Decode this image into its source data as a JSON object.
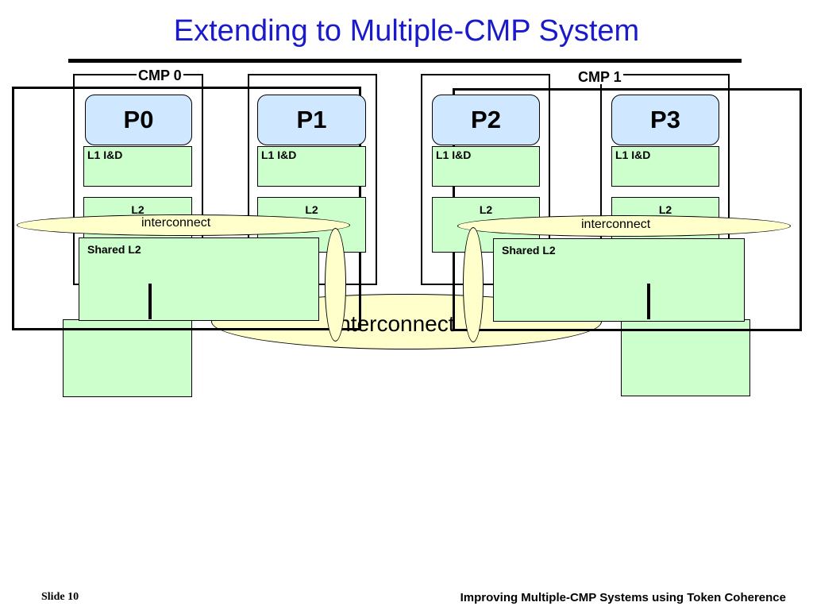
{
  "title": "Extending to Multiple-CMP System",
  "cmps": [
    {
      "label": "CMP 0"
    },
    {
      "label": "CMP 1"
    }
  ],
  "processors": [
    {
      "label": "P0",
      "l1": "L1 I&D",
      "l2": "L2"
    },
    {
      "label": "P1",
      "l1": "L1 I&D",
      "l2": "L2"
    },
    {
      "label": "P2",
      "l1": "L1 I&D",
      "l2": "L2"
    },
    {
      "label": "P3",
      "l1": "L1 I&D",
      "l2": "L2"
    }
  ],
  "interconnects": {
    "cmp0": "interconnect",
    "cmp1": "interconnect",
    "global": "interconnect"
  },
  "shared_l2": [
    {
      "label": "Shared L2"
    },
    {
      "label": "Shared L2"
    }
  ],
  "footer": {
    "slide": "Slide 10",
    "title": "Improving Multiple-CMP Systems using Token Coherence"
  },
  "colors": {
    "title": "#1a1acc",
    "processor_fill": "#cfe8ff",
    "cache_fill": "#ccffcc",
    "interconnect_fill": "#ffffcc"
  }
}
